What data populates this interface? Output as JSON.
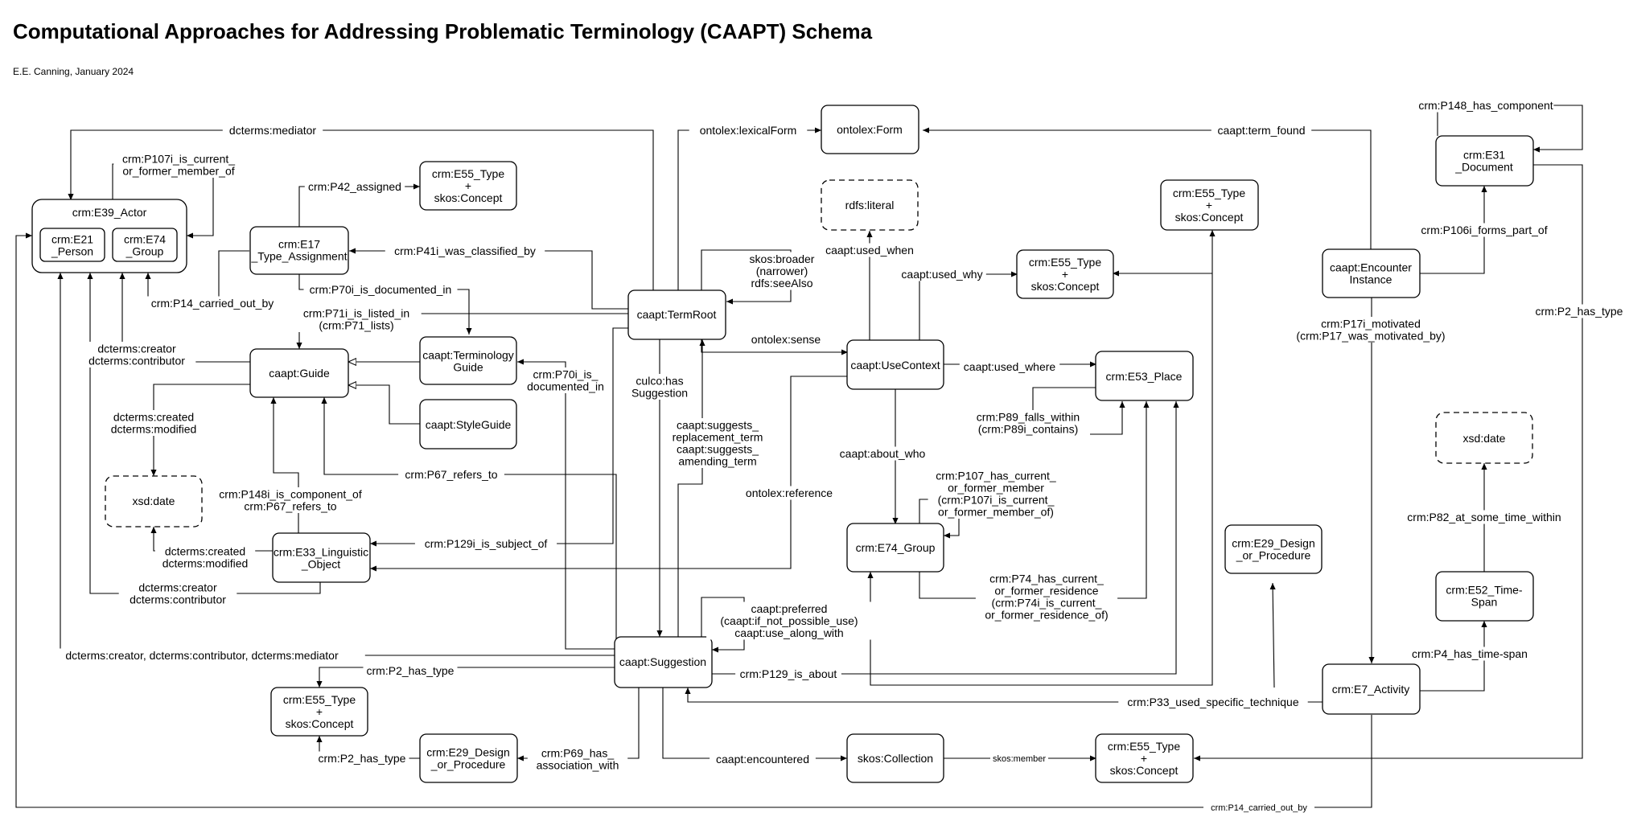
{
  "title": "Computational Approaches for Addressing Problematic Terminology (CAAPT) Schema",
  "subtitle": "E.E. Canning, January 2024",
  "nodes": {
    "actor": "crm:E39_Actor",
    "person": "crm:E21\n_Person",
    "group_inner": "crm:E74\n_Group",
    "type_assignment": "crm:E17\n_Type_Assignment",
    "type_concept_top": "crm:E55_Type\n+\nskos:Concept",
    "guide": "caapt:Guide",
    "terminology_guide": "caapt:Terminology\nGuide",
    "style_guide": "caapt:StyleGuide",
    "xsd_date_left": "xsd:date",
    "linguistic_object": "crm:E33_Linguistic\n_Object",
    "type_concept_bottom_left": "crm:E55_Type\n+\nskos:Concept",
    "design_procedure_left": "crm:E29_Design\n_or_Procedure",
    "form": "ontolex:Form",
    "rdfs_literal": "rdfs:literal",
    "term_root": "caapt:TermRoot",
    "use_context": "caapt:UseContext",
    "type_concept_why": "crm:E55_Type\n+\nskos:Concept",
    "type_concept_right_top": "crm:E55_Type\n+\nskos:Concept",
    "place": "crm:E53_Place",
    "group": "crm:E74_Group",
    "suggestion": "caapt:Suggestion",
    "collection": "skos:Collection",
    "type_concept_member": "crm:E55_Type\n+\nskos:Concept",
    "document": "crm:E31\n_Document",
    "encounter_instance": "caapt:Encounter\nInstance",
    "design_procedure_right": "crm:E29_Design\n_or_Procedure",
    "xsd_date_right": "xsd:date",
    "time_span": "crm:E52_Time-\nSpan",
    "activity": "crm:E7_Activity"
  },
  "edges": {
    "dcterms_mediator": "dcterms:mediator",
    "p107i_member_of": "crm:P107i_is_current_\nor_former_member_of",
    "p42_assigned": "crm:P42_assigned",
    "p41i_classified_by": "crm:P41i_was_classified_by",
    "p14_carried_out_by_left": "crm:P14_carried_out_by",
    "p70i_documented_in_top": "crm:P70i_is_documented_in",
    "p71i_listed_in": "crm:P71i_is_listed_in\n(crm:P71_lists)",
    "creator_contributor_guide": "dcterms:creator\ndcterms:contributor",
    "created_modified_guide": "dcterms:created\ndcterms:modified",
    "p148i_component_of": "crm:P148i_is_component_of\ncrm:P67_refers_to",
    "p67_refers_to": "crm:P67_refers_to",
    "created_modified_lo": "dcterms:created\ndcterms:modified",
    "creator_contributor_lo": "dcterms:creator\ndcterms:contributor",
    "p129i_subject_of": "crm:P129i_is_subject_of",
    "p70i_documented_in_mid": "crm:P70i_is_\ndocumented_in",
    "creator_contributor_mediator": "dcterms:creator, dcterms:contributor, dcterms:mediator",
    "p2_has_type_suggestion": "crm:P2_has_type",
    "p2_has_type_design": "crm:P2_has_type",
    "p69_association": "crm:P69_has_\nassociation_with",
    "lexical_form": "ontolex:lexicalForm",
    "term_found": "caapt:term_found",
    "broader_narrower": "skos:broader\n(narrower)\nrdfs:seeAlso",
    "culco_has_suggestion": "culco:has\nSuggestion",
    "suggests_replacement": "caapt:suggests_\nreplacement_term\ncaapt:suggests_\namending_term",
    "ontolex_sense": "ontolex:sense",
    "used_when": "caapt:used_when",
    "used_why": "caapt:used_why",
    "used_where": "caapt:used_where",
    "about_who": "caapt:about_who",
    "ontolex_reference": "ontolex:reference",
    "p89_falls_within": "crm:P89_falls_within\n(crm:P89i_contains)",
    "p107_member": "crm:P107_has_current_\nor_former_member\n(crm:P107i_is_current_\nor_former_member_of)",
    "p74_residence": "crm:P74_has_current_\nor_former_residence\n(crm:P74i_is_current_\nor_former_residence_of)",
    "preferred": "caapt:preferred\n(caapt:if_not_possible_use)\ncaapt:use_along_with",
    "p129_is_about": "crm:P129_is_about",
    "encountered": "caapt:encountered",
    "skos_member": "skos:member",
    "p148_has_component": "crm:P148_has_component",
    "p106i_forms_part_of": "crm:P106i_forms_part_of",
    "p2_has_type_document": "crm:P2_has_type",
    "p17i_motivated": "crm:P17i_motivated\n(crm:P17_was_motivated_by)",
    "p82_at_some_time": "crm:P82_at_some_time_within",
    "p4_has_time_span": "crm:P4_has_time-span",
    "p33_technique": "crm:P33_used_specific_technique",
    "p14_carried_out_by_bottom": "crm:P14_carried_out_by"
  }
}
